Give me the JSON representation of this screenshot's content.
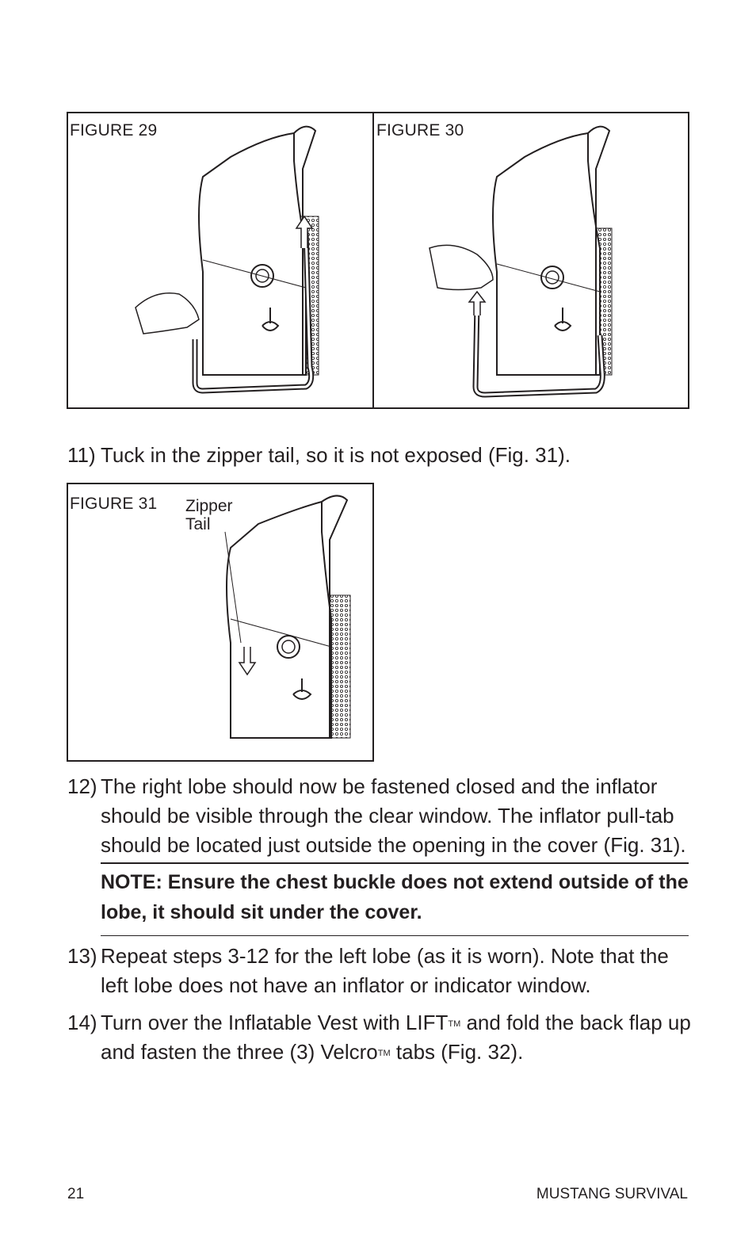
{
  "figures": {
    "fig29": {
      "label": "FIGURE 29"
    },
    "fig30": {
      "label": "FIGURE 30"
    },
    "fig31": {
      "label": "FIGURE 31",
      "callout_line1": "Zipper",
      "callout_line2": "Tail"
    }
  },
  "steps": {
    "s11": {
      "num": "11)",
      "text": "Tuck in the zipper tail, so it is not exposed (Fig. 31)."
    },
    "s12": {
      "num": "12)",
      "text": "The right lobe should now be fastened closed and the inflator should be visible through the clear window. The inflator pull-tab should be located just outside the opening in the cover (Fig. 31)."
    },
    "note": "NOTE: Ensure the chest buckle does not extend outside of the lobe, it should sit under the cover.",
    "s13": {
      "num": "13)",
      "text": "Repeat steps 3-12 for the left lobe (as it is worn). Note that the left lobe does not have an inflator or indicator window."
    },
    "s14": {
      "num": "14)",
      "text_a": "Turn over the Inflatable Vest with LIFT",
      "tm1": "TM",
      "text_b": " and fold the back flap up and fasten the three (3) Velcro",
      "tm2": "TM",
      "text_c": " tabs (Fig. 32)."
    }
  },
  "footer": {
    "page_number": "21",
    "brand": "MUSTANG SURVIVAL"
  }
}
